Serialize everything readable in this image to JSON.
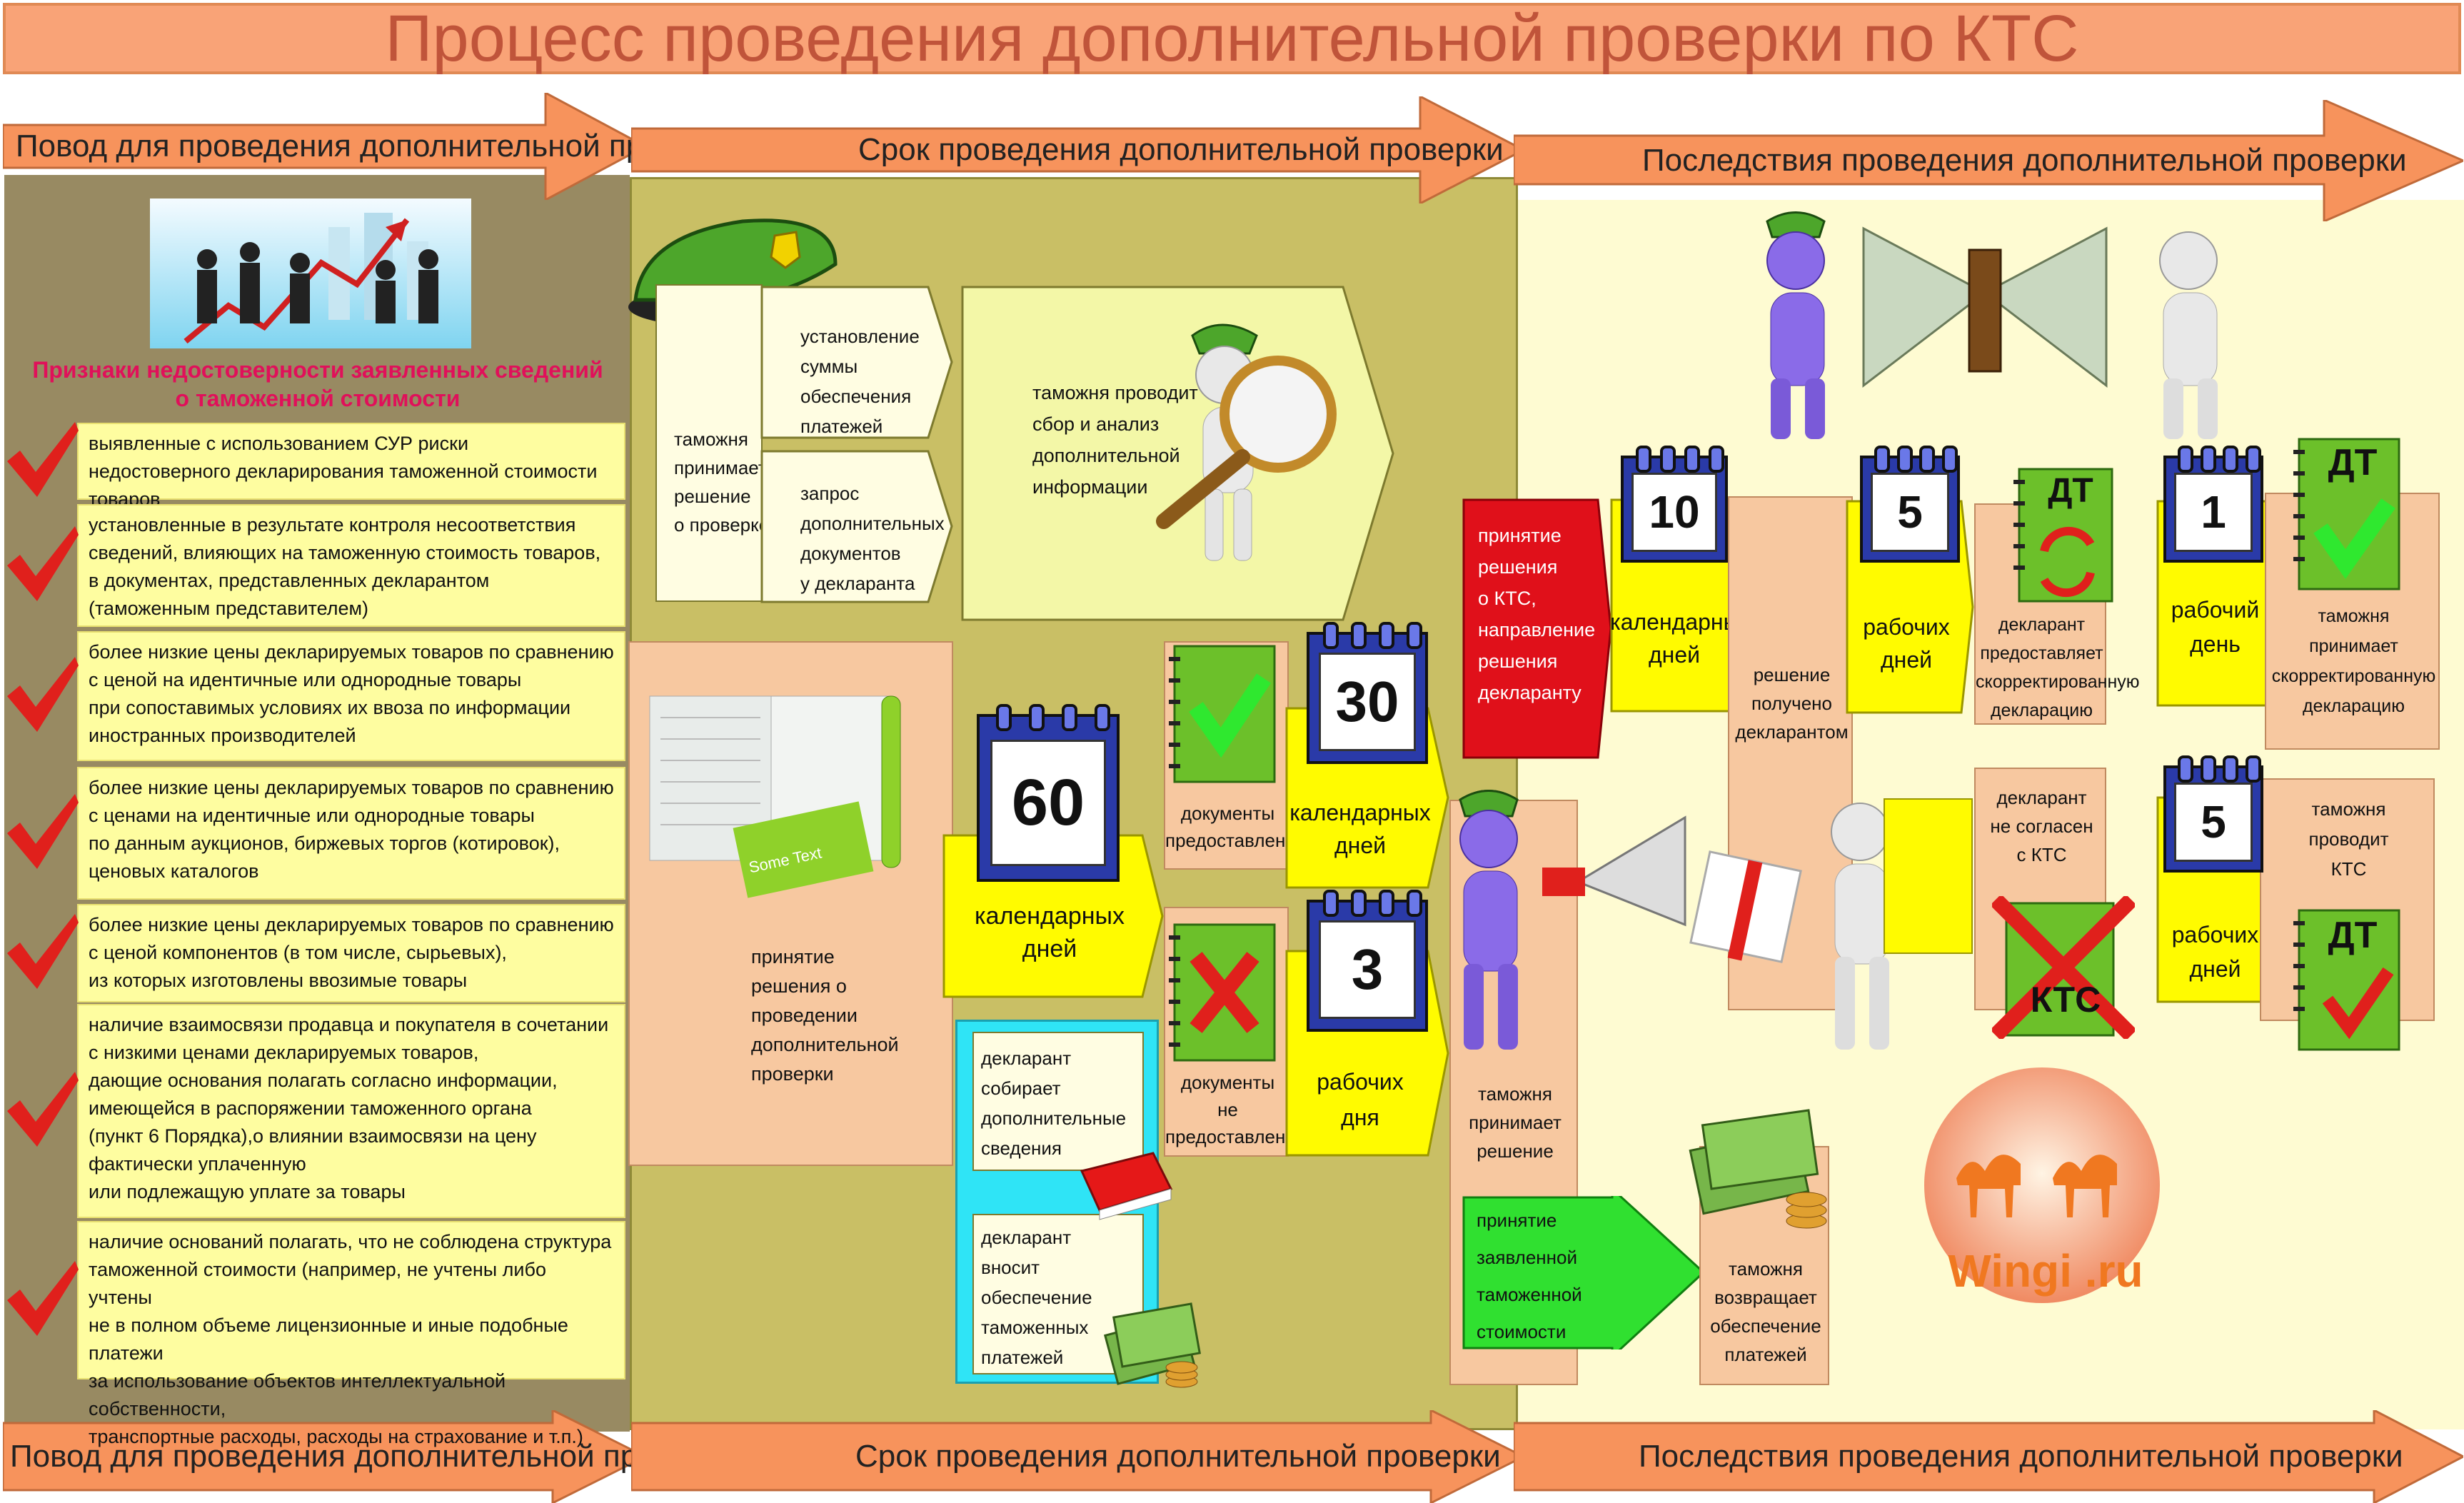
{
  "title": "Процесс проведения дополнительной проверки по КТС",
  "headers": {
    "reason": "Повод для проведения дополнительной проверки",
    "term": "Срок проведения дополнительной проверки",
    "consequences": "Последствия проведения дополнительной проверки"
  },
  "signs_title_1": "Признаки недостоверности заявленных сведений",
  "signs_title_2": "о таможенной стоимости",
  "reasons": [
    "выявленные с использованием СУР риски\nнедостоверного декларирования таможенной стоимости товаров",
    "установленные в результате контроля несоответствия\nсведений, влияющих на таможенную стоимость товаров,\nв документах, представленных декларантом\n(таможенным представителем)",
    "более низкие цены декларируемых товаров по сравнению\n с ценой на идентичные или однородные товары\nпри сопоставимых условиях их ввоза по информации\n иностранных производителей",
    "более низкие цены декларируемых товаров по сравнению\n с ценами на идентичные или однородные товары\nпо данным аукционов, биржевых торгов (котировок),\nценовых каталогов",
    "более низкие цены декларируемых товаров по сравнению\nс ценой компонентов (в том числе, сырьевых),\nиз которых изготовлены ввозимые товары",
    "наличие взаимосвязи продавца и покупателя в сочетании\n с низкими ценами декларируемых товаров,\n дающие основания полагать согласно информации,\n имеющейся в распоряжении таможенного органа\n(пункт 6 Порядка),о влиянии взаимосвязи на цену\n фактически уплаченную\n или подлежащую уплате за товары",
    "наличие оснований полагать, что не соблюдена структура\nтаможенной стоимости (например, не учтены либо учтены\nне в полном объеме лицензионные и иные подобные платежи\nза использование объектов интеллектуальной собственности,\nтранспортные расходы, расходы на страхование и т.п.)"
  ],
  "term": {
    "customs_decides": "таможня\nпринимает\nрешение\nо проверке",
    "set_guarantee": "установление\nсуммы\nобеспечения\nплатежей",
    "request_docs": "запрос\nдополнительных\nдокументов\nу декларанта",
    "collect_info": "таможня проводит\nсбор и анализ\nдополнительной\nинформации",
    "decision_check": "принятие\nрешения о\nпроведении\nдополнительной\nпроверки",
    "cal_60": "60",
    "days_60": "календарных\nдней",
    "docs_provided": "документы\nпредоставлены",
    "docs_not_provided": "документы\nне\nпредоставлены",
    "cal_30": "30",
    "days_30": "календарных\nдней",
    "cal_3": "3",
    "days_3": "рабочих\nдня",
    "declarant_collects": "декларант\nсобирает\nдополнительные\nсведения",
    "declarant_pays": "декларант\nвносит\nобеспечение\nтаможенных\nплатежей",
    "booklet_text": "Some Text"
  },
  "cons": {
    "red_decision": "принятие\nрешения\nо КТС,\nнаправление\nрешения\nдекларанту",
    "cal_10": "10",
    "days_10": "календарных\nдней",
    "decision_received": "решение\nполучено\nдекларантом",
    "cal_5a": "5",
    "days_5a": "рабочих\nдней",
    "nb_dt": "ДТ",
    "declarant_corrected": "декларант\nпредоставляет\nскорректированную\nдекларацию",
    "cal_1": "1",
    "days_1": "рабочий\nдень",
    "customs_accepts": "таможня\nпринимает\nскорректированную\nдекларацию",
    "declarant_disagree": "декларант\nне согласен\nс КТС",
    "kts": "КТС",
    "cal_5b": "5",
    "days_5b": "рабочих\nдней",
    "customs_kts": "таможня\nпроводит\nКТС",
    "customs_decides": "таможня\nпринимает\nрешение",
    "green_accept": "принятие\nзаявленной\nтаможенной\nстоимости",
    "returns_guarantee": "таможня\nвозвращает\nобеспечение\nплатежей",
    "logo": "Wingi .ru"
  },
  "colors": {
    "title_bg": "#f9a377",
    "arrow": "#f7935c",
    "red_check": "#e0201c",
    "green": "#30e030",
    "red_box": "#e0101a"
  }
}
